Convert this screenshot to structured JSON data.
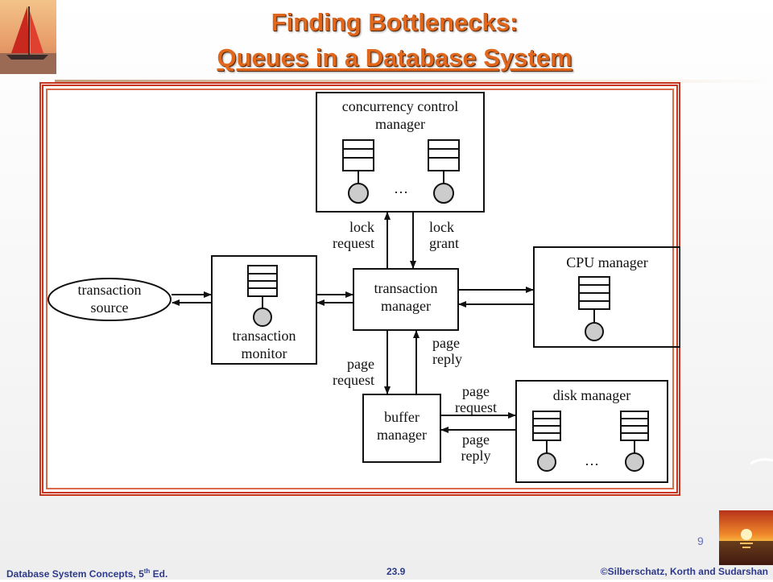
{
  "slide": {
    "title_line1": "Finding Bottlenecks:",
    "title_line2": "Queues in a Database System",
    "page_number": "9"
  },
  "footer": {
    "book_prefix": "Database System Concepts, 5",
    "book_sup": "th",
    "book_suffix": " Ed.",
    "section": "23.9",
    "copyright": "©Silberschatz, Korth and Sudarshan"
  },
  "diagram": {
    "transaction_source": [
      "transaction",
      "source"
    ],
    "transaction_monitor": [
      "transaction",
      "monitor"
    ],
    "transaction_manager": [
      "transaction",
      "manager"
    ],
    "concurrency_control_manager": [
      "concurrency control",
      "manager"
    ],
    "cpu_manager": "CPU manager",
    "disk_manager": "disk manager",
    "buffer_manager": [
      "buffer",
      "manager"
    ],
    "lock_request": [
      "lock",
      "request"
    ],
    "lock_grant": [
      "lock",
      "grant"
    ],
    "page_request_tm": [
      "page",
      "request"
    ],
    "page_reply_tm": [
      "page",
      "reply"
    ],
    "page_request_disk": [
      "page",
      "request"
    ],
    "page_reply_disk": [
      "page",
      "reply"
    ],
    "ellipsis": "…"
  },
  "colors": {
    "title": "#e0671c",
    "frame": "#c7351e",
    "footer": "#2d3a8c",
    "page_number": "#6670b8"
  }
}
